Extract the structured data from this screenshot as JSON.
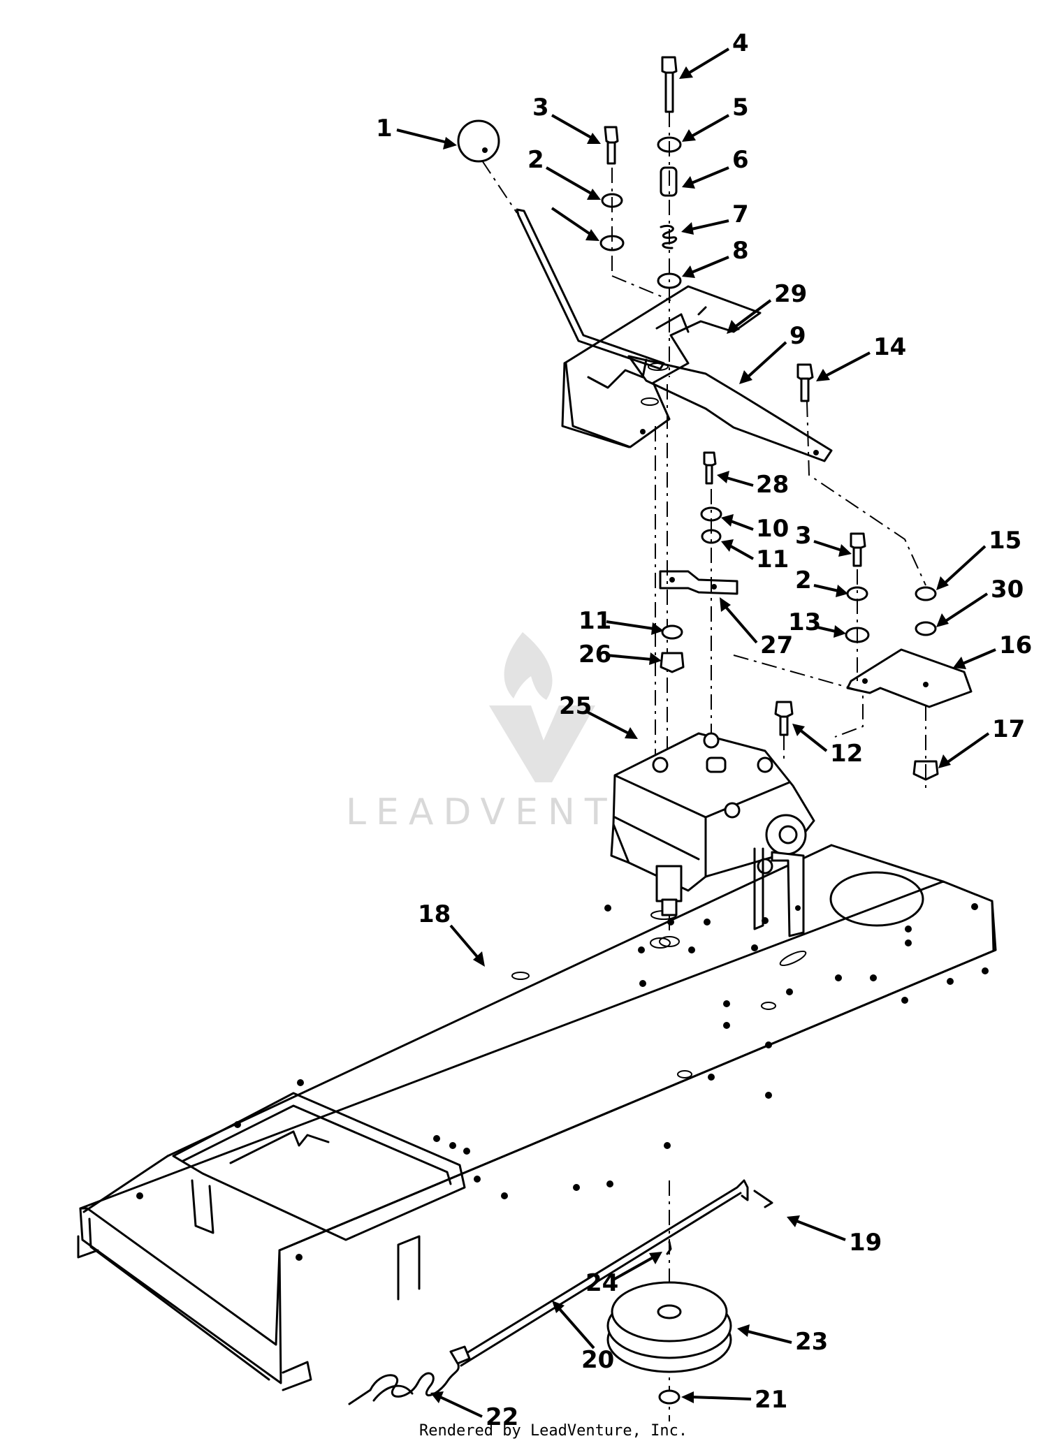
{
  "diagram": {
    "callouts": [
      {
        "num": "1"
      },
      {
        "num": "2"
      },
      {
        "num": "3"
      },
      {
        "num": "4"
      },
      {
        "num": "5"
      },
      {
        "num": "6"
      },
      {
        "num": "7"
      },
      {
        "num": "8"
      },
      {
        "num": "29"
      },
      {
        "num": "9"
      },
      {
        "num": "14"
      },
      {
        "num": "28"
      },
      {
        "num": "10"
      },
      {
        "num": "11"
      },
      {
        "num": "3"
      },
      {
        "num": "15"
      },
      {
        "num": "2"
      },
      {
        "num": "30"
      },
      {
        "num": "11"
      },
      {
        "num": "27"
      },
      {
        "num": "13"
      },
      {
        "num": "16"
      },
      {
        "num": "26"
      },
      {
        "num": "25"
      },
      {
        "num": "12"
      },
      {
        "num": "17"
      },
      {
        "num": "18"
      },
      {
        "num": "19"
      },
      {
        "num": "24"
      },
      {
        "num": "23"
      },
      {
        "num": "20"
      },
      {
        "num": "21"
      },
      {
        "num": "22"
      }
    ]
  },
  "watermark": {
    "text": "LEADVENTURE"
  },
  "footer": {
    "credit": "Rendered by LeadVenture, Inc."
  }
}
